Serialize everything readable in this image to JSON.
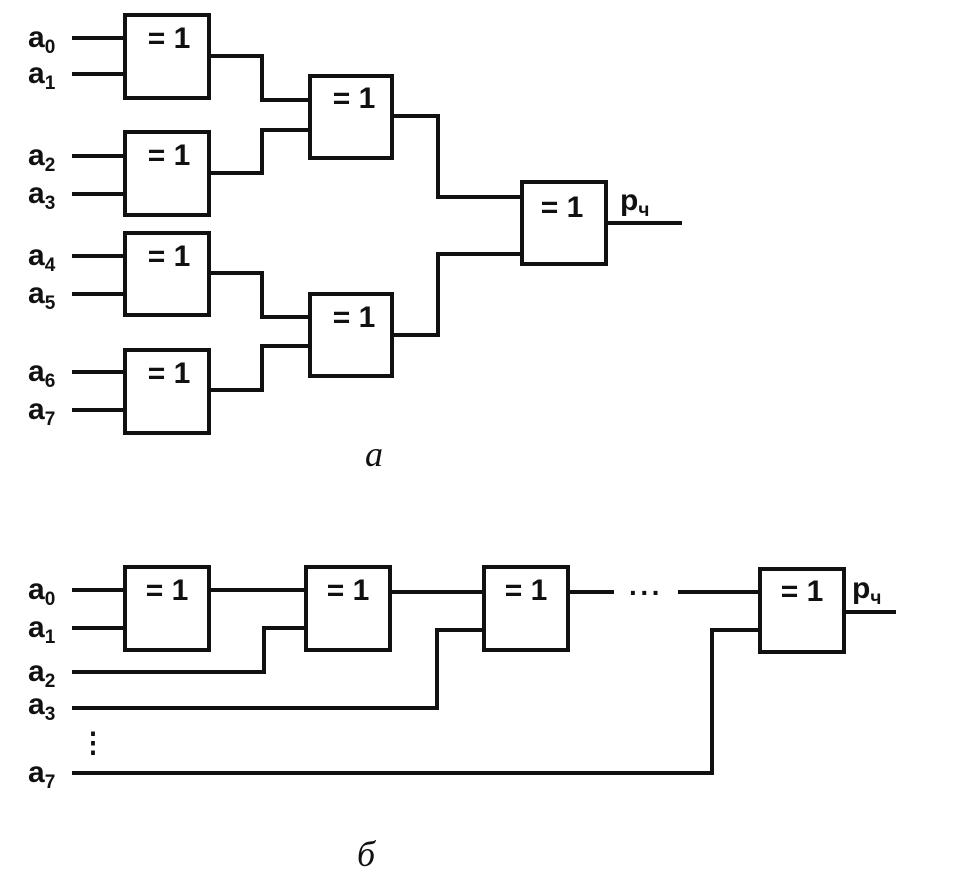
{
  "gate_label": "= 1",
  "output": {
    "base": "p",
    "sub": "ч"
  },
  "captions": {
    "a": "а",
    "b": "б"
  },
  "ellipsis": "···",
  "vertical_ellipsis": "⋮",
  "part_a": {
    "inputs": [
      {
        "base": "a",
        "sub": "0"
      },
      {
        "base": "a",
        "sub": "1"
      },
      {
        "base": "a",
        "sub": "2"
      },
      {
        "base": "a",
        "sub": "3"
      },
      {
        "base": "a",
        "sub": "4"
      },
      {
        "base": "a",
        "sub": "5"
      },
      {
        "base": "a",
        "sub": "6"
      },
      {
        "base": "a",
        "sub": "7"
      }
    ]
  },
  "part_b": {
    "inputs": [
      {
        "base": "a",
        "sub": "0"
      },
      {
        "base": "a",
        "sub": "1"
      },
      {
        "base": "a",
        "sub": "2"
      },
      {
        "base": "a",
        "sub": "3"
      },
      {
        "base": "a",
        "sub": "7"
      }
    ]
  }
}
